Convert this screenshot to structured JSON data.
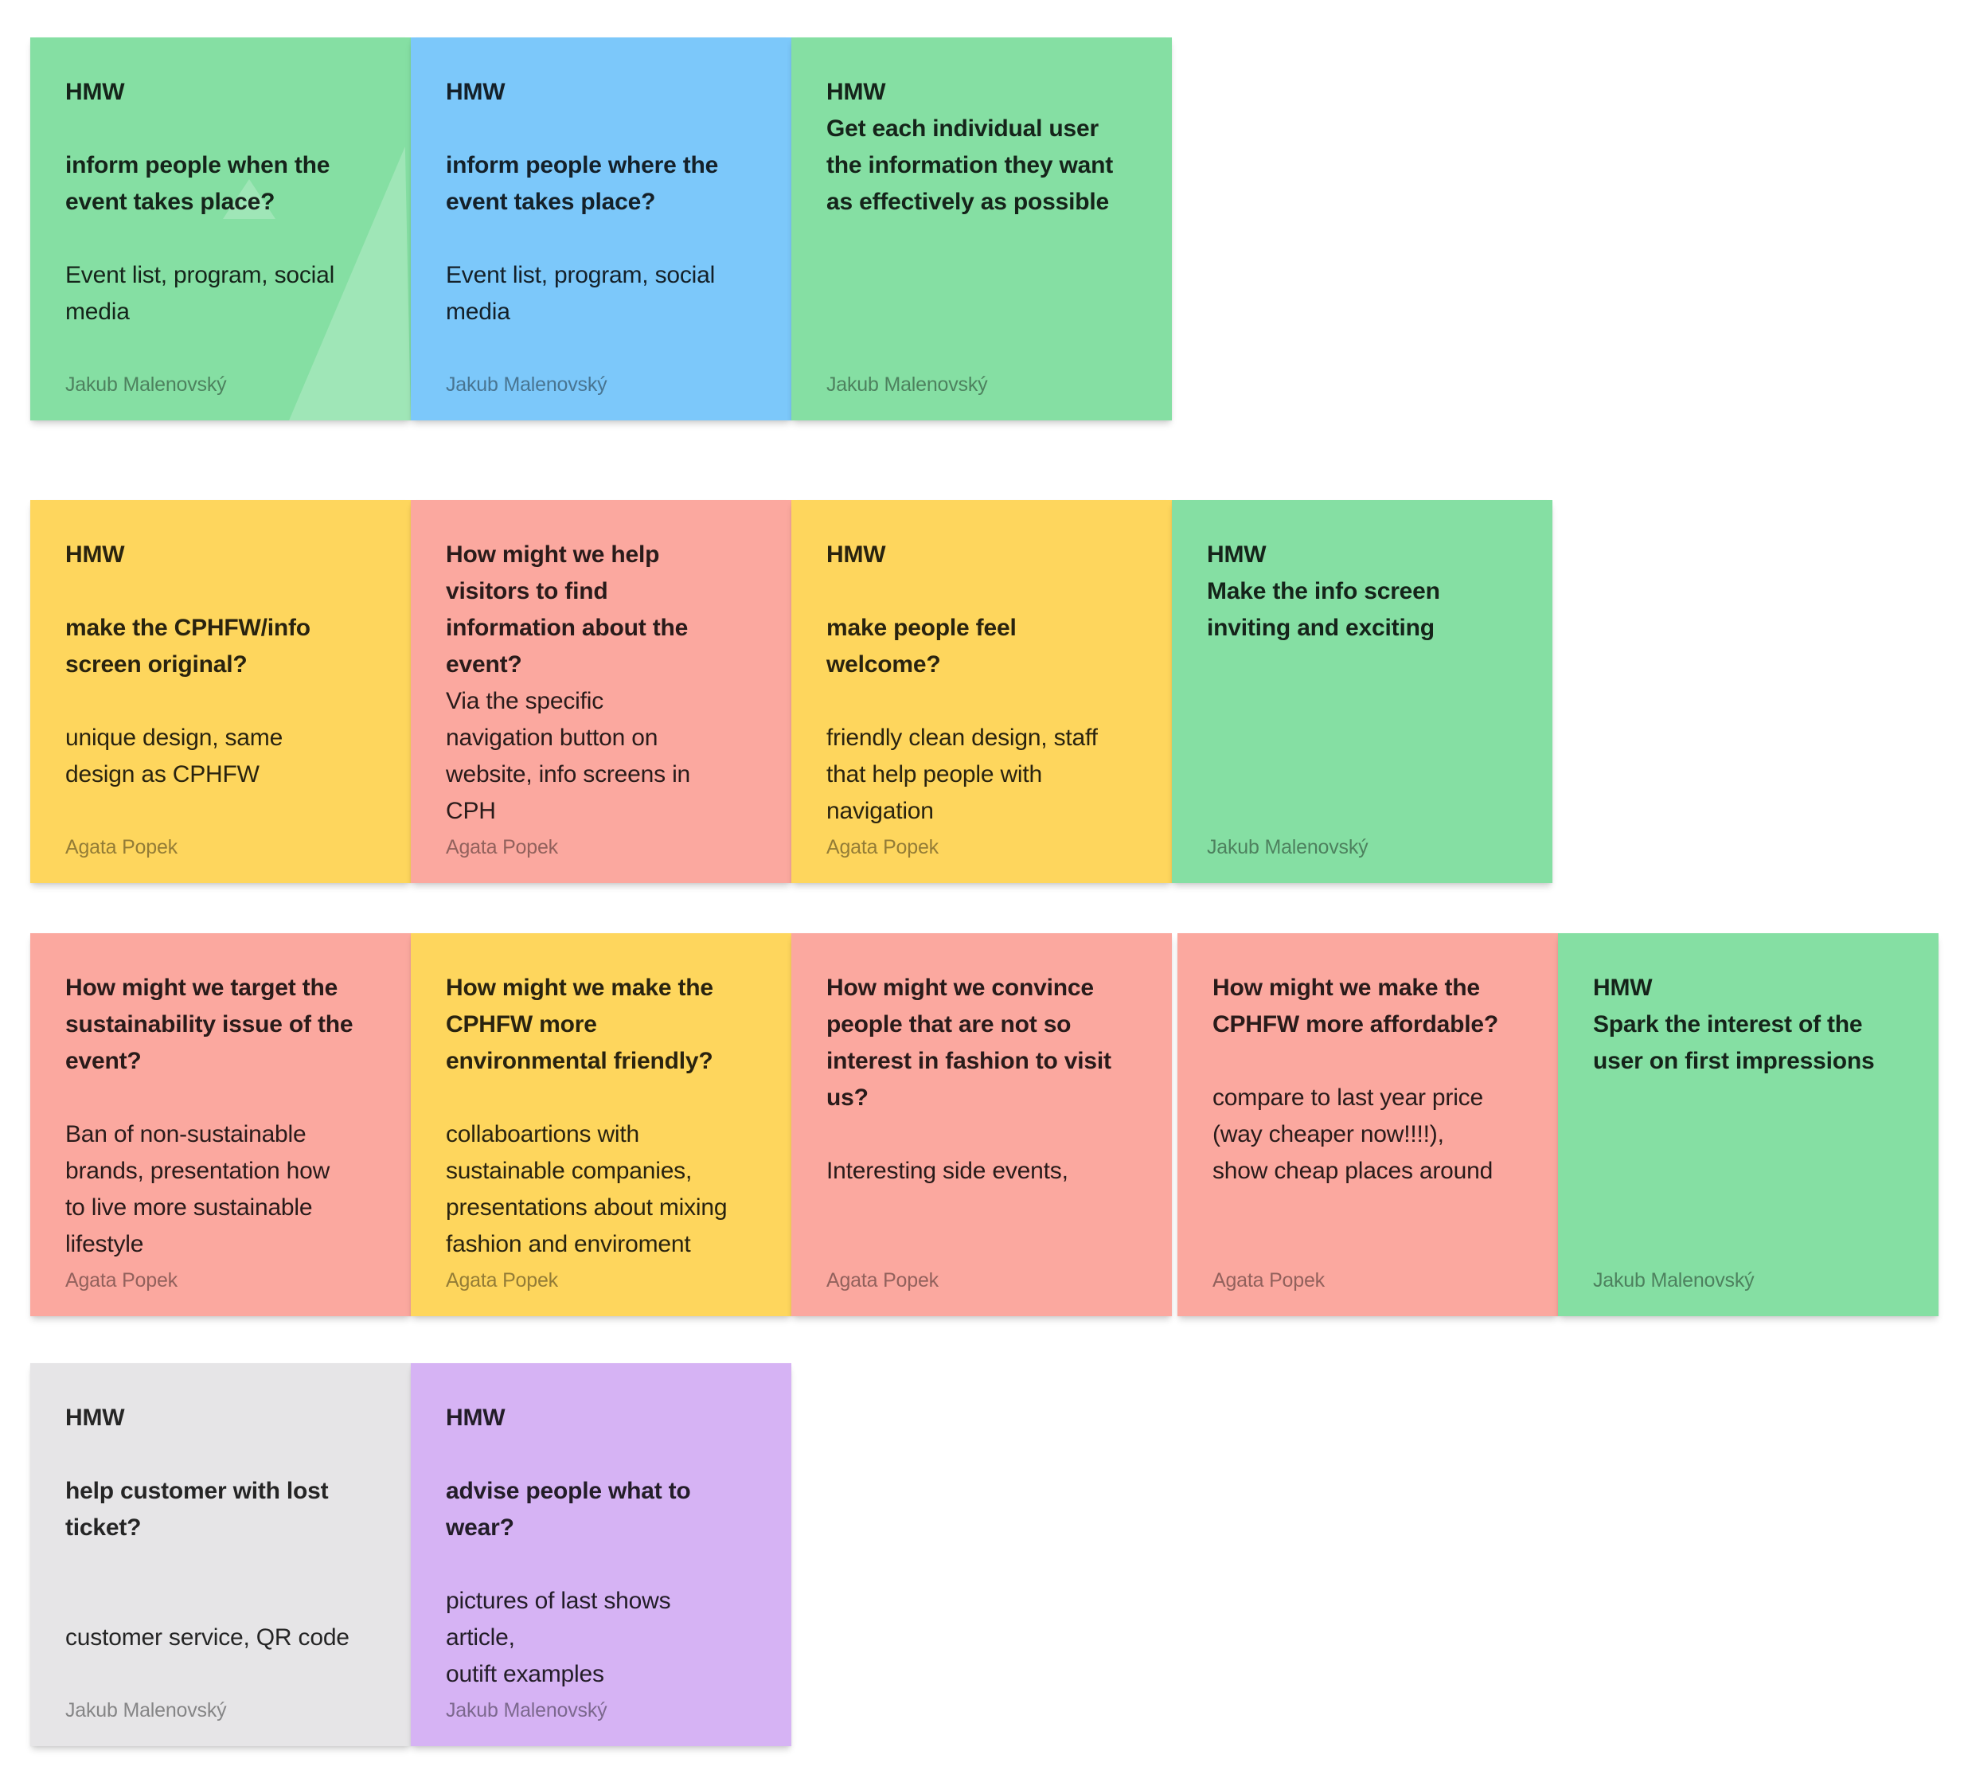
{
  "board": {
    "background": "#ffffff"
  },
  "palette": {
    "green": "#85DFA3",
    "blue": "#7CC8FA",
    "yellow": "#FED65D",
    "pink": "#FBA89F",
    "gray": "#E6E5E7",
    "purple": "#D6B3F4"
  },
  "text_colors": {
    "main": "rgba(0,0,0,0.84)",
    "author": "rgba(0,0,0,0.42)"
  },
  "rows": [
    {
      "notes": [
        {
          "color": "green",
          "decor": "mountain-triangles",
          "hmw": "HMW",
          "hmw_gap": 1,
          "title": "inform people when the\nevent takes place?",
          "body_gap": 1,
          "body": "Event list, program, social\nmedia",
          "author": "Jakub Malenovský"
        },
        {
          "color": "blue",
          "hmw": "HMW",
          "hmw_gap": 1,
          "title": "inform people where the\nevent takes place?",
          "body_gap": 1,
          "body": "Event list, program, social\nmedia",
          "author": "Jakub Malenovský"
        },
        {
          "color": "green",
          "hmw": "HMW",
          "hmw_gap": 0,
          "title": "Get each individual user\nthe information they want\nas effectively as possible",
          "author": "Jakub Malenovský"
        }
      ]
    },
    {
      "notes": [
        {
          "color": "yellow",
          "hmw": "HMW",
          "hmw_gap": 1,
          "title": "make the CPHFW/info\nscreen original?",
          "body_gap": 1,
          "body": "unique design, same\ndesign as CPHFW",
          "author": "Agata Popek"
        },
        {
          "color": "pink",
          "title": "How might we help\nvisitors to find\ninformation about the\nevent?",
          "body_gap": 0,
          "body": "Via the specific\nnavigation button on\nwebsite, info screens in\nCPH",
          "author": "Agata Popek"
        },
        {
          "color": "yellow",
          "hmw": "HMW",
          "hmw_gap": 1,
          "title": "make people feel\nwelcome?",
          "body_gap": 1,
          "body": "friendly clean design, staff\nthat help people with\nnavigation",
          "author": "Agata Popek"
        },
        {
          "color": "green",
          "hmw": "HMW",
          "hmw_gap": 0,
          "title": "Make the info screen\ninviting and exciting",
          "author": "Jakub Malenovský"
        }
      ]
    },
    {
      "notes": [
        {
          "color": "pink",
          "title": "How might we target the\nsustainability issue of the\nevent?",
          "body_gap": 1,
          "body": "Ban of non-sustainable\nbrands, presentation how\nto live more sustainable\nlifestyle",
          "author": "Agata Popek"
        },
        {
          "color": "yellow",
          "title": "How might we make the\nCPHFW more\nenvironmental friendly?",
          "body_gap": 1,
          "body": "collaboartions with\nsustainable companies,\npresentations about mixing\nfashion and enviroment",
          "author": "Agata Popek"
        },
        {
          "color": "pink",
          "title": "How might we convince\npeople that are not so\ninterest in fashion to visit\nus?",
          "body_gap": 1,
          "body": "Interesting side events,",
          "author": "Agata Popek"
        },
        {
          "color": "pink",
          "title": "How might we make the\nCPHFW more affordable?",
          "body_gap": 1,
          "body": "compare to last year price\n(way cheaper now!!!!),\nshow cheap places around",
          "author": "Agata Popek"
        },
        {
          "color": "green",
          "hmw": "HMW",
          "hmw_gap": 0,
          "title": "Spark the interest of the\nuser on first impressions",
          "author": "Jakub Malenovský"
        }
      ]
    },
    {
      "notes": [
        {
          "color": "gray",
          "hmw": "HMW",
          "hmw_gap": 1,
          "title": "help customer with lost\nticket?",
          "body_gap": 2,
          "body": "customer service, QR code",
          "author": "Jakub Malenovský"
        },
        {
          "color": "purple",
          "hmw": "HMW",
          "hmw_gap": 1,
          "title": "advise people what to\nwear?",
          "body_gap": 1,
          "body": "pictures of last shows\narticle,\noutift examples",
          "author": "Jakub Malenovský"
        }
      ]
    }
  ]
}
